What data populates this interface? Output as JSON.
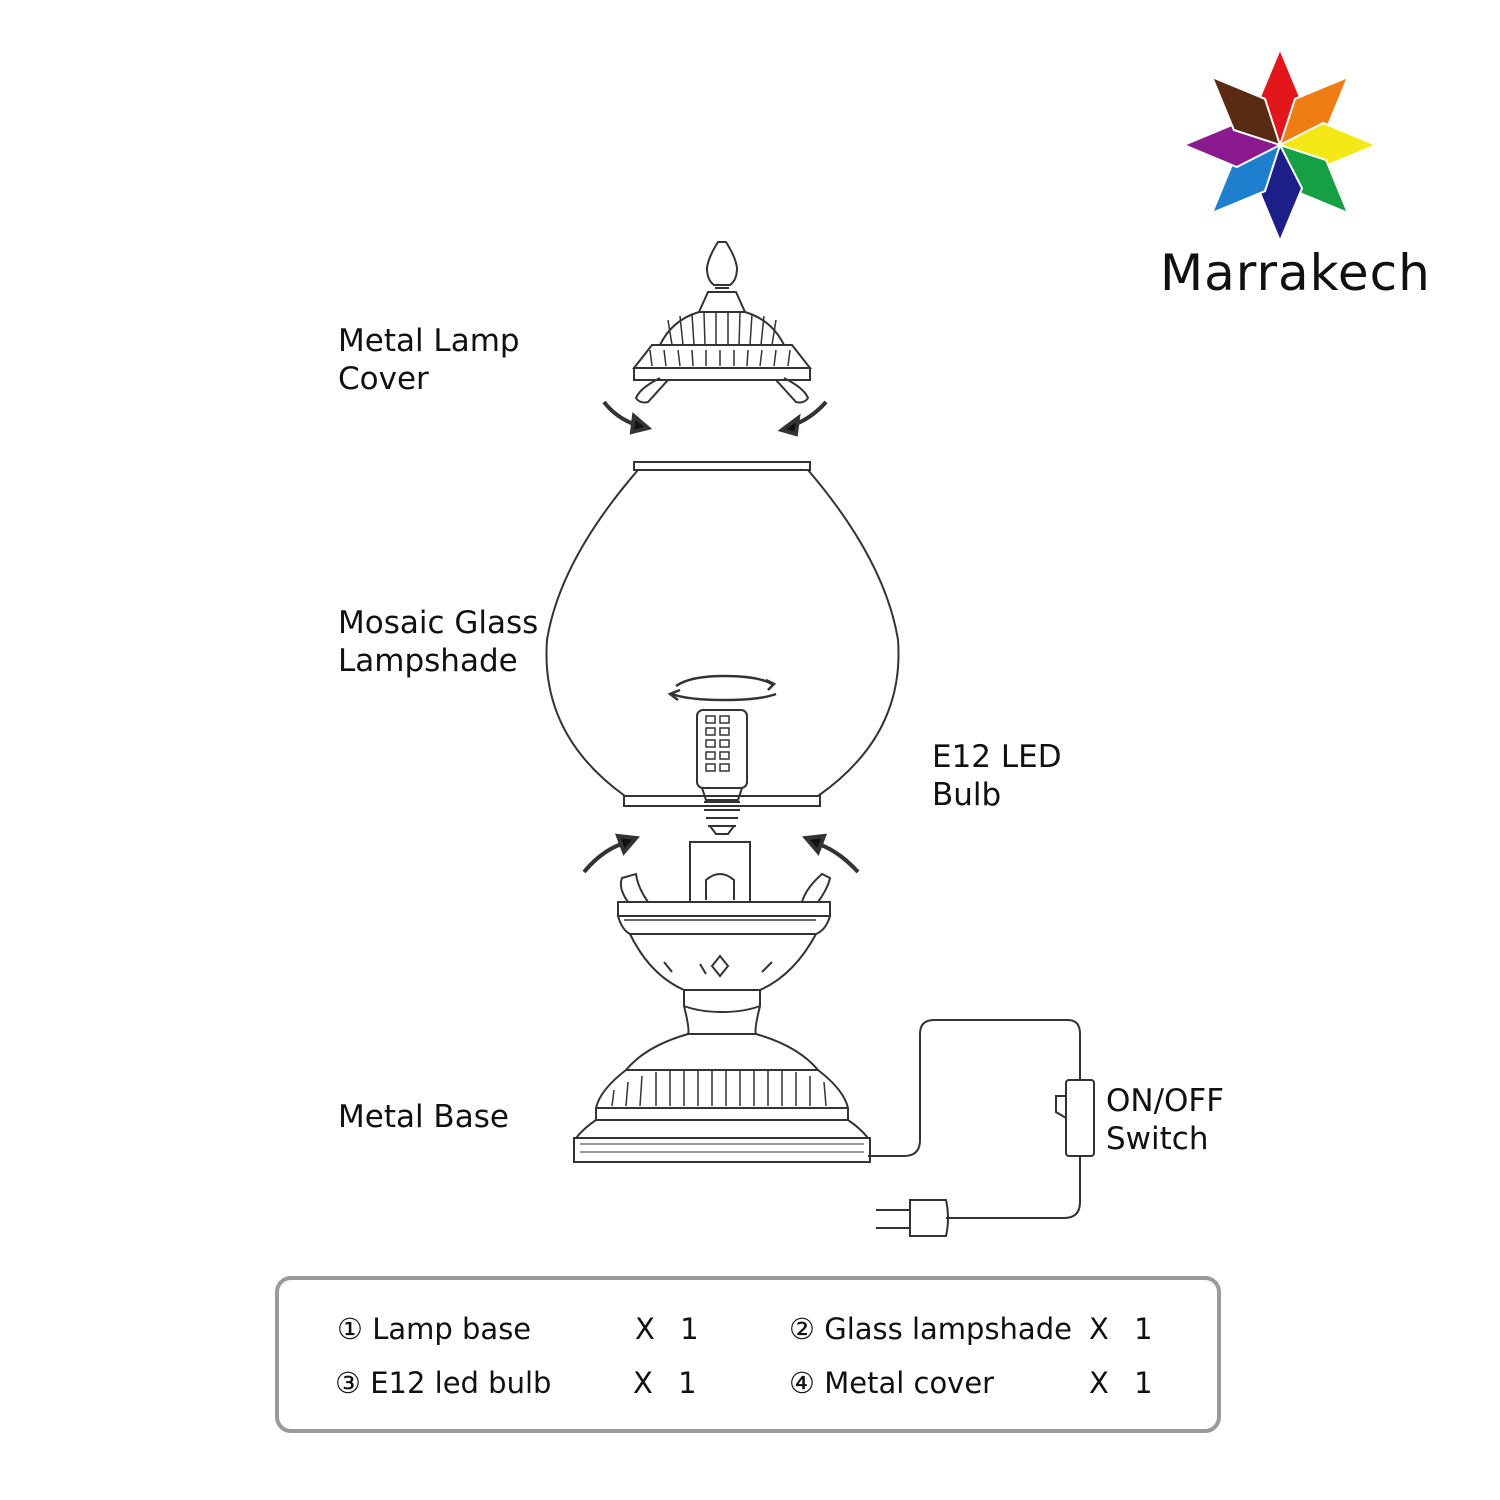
{
  "brand": {
    "name": "Marrakech",
    "logo": "eight-point-color-star-logo"
  },
  "labels": {
    "metal_cover": "Metal Lamp\nCover",
    "glass_shade": "Mosaic Glass\nLampshade",
    "bulb": "E12 LED\nBulb",
    "base": "Metal Base",
    "switch": "ON/OFF\nSwitch"
  },
  "parts": [
    {
      "name": "① Lamp base",
      "qty": "X 1"
    },
    {
      "name": "② Glass lampshade",
      "qty": "X 1"
    },
    {
      "name": "③ E12 led bulb",
      "qty": "X 1"
    },
    {
      "name": "④ Metal cover",
      "qty": "X 1"
    }
  ],
  "colors": {
    "line": "#333333",
    "star": [
      "#e3171b",
      "#ef7d14",
      "#f4e916",
      "#15a043",
      "#1b1f87",
      "#1e7fcf",
      "#8a1a8e",
      "#5b2a12"
    ]
  }
}
